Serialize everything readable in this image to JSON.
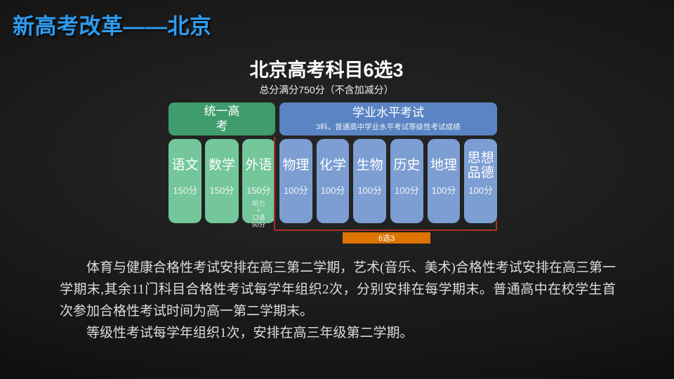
{
  "slide": {
    "title": "新高考改革——北京",
    "heading": "北京高考科目6选3",
    "subheading": "总分满分750分（不含加减分）"
  },
  "diagram": {
    "unified_exam": {
      "header": "统一高考",
      "subjects": [
        {
          "name": "语文",
          "score": "150分",
          "extra": ""
        },
        {
          "name": "数学",
          "score": "150分",
          "extra": ""
        },
        {
          "name": "外语",
          "score": "150分",
          "extra": "听力\n+\n口语\n50分"
        }
      ]
    },
    "academic_level_exam": {
      "header": "学业水平考试",
      "subheader": "3科，普通高中学业水平考试等级性考试成绩",
      "subjects": [
        {
          "name": "物理",
          "score": "100分"
        },
        {
          "name": "化学",
          "score": "100分"
        },
        {
          "name": "生物",
          "score": "100分"
        },
        {
          "name": "历史",
          "score": "100分"
        },
        {
          "name": "地理",
          "score": "100分"
        },
        {
          "name": "思想品德",
          "score": "100分"
        }
      ]
    },
    "choose_label": "6选3"
  },
  "notes": {
    "paragraph1": "体育与健康合格性考试安排在高三第二学期，艺术(音乐、美术)合格性考试安排在高三第一学期末,其余11门科目合格性考试每学年组织2次，分别安排在每学期末。普通高中在校学生首次参加合格性考试时间为高一第二学期末。",
    "paragraph2": "等级性考试每学年组织1次，安排在高三年级第二学期。"
  },
  "colors": {
    "title_blue": "#2d9cf0",
    "green_header": "#3f9c6d",
    "green_column": "#74c79a",
    "blue_header": "#5a84c4",
    "blue_column": "#7c9ed3",
    "orange": "#dd7300",
    "bracket_red": "#a93226"
  }
}
